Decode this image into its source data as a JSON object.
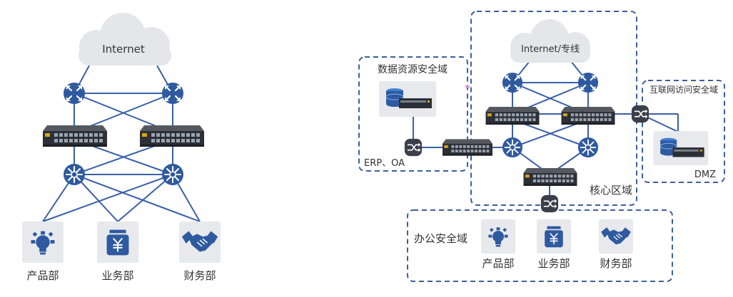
{
  "colors": {
    "link": "#3a5fa8",
    "node_blue": "#2f5aa0",
    "device_dark": "#3a3f4a",
    "panel_gray": "#e8e9ec",
    "zone_border": "#3c5f9c",
    "cloud": "#e4e6ea",
    "text": "#333333"
  },
  "left": {
    "cloud_label": "Internet",
    "departments": [
      {
        "label": "产品部",
        "icon": "lightbulb-icon"
      },
      {
        "label": "业务部",
        "icon": "yen-jar-icon"
      },
      {
        "label": "财务部",
        "icon": "handshake-icon"
      }
    ]
  },
  "right": {
    "cloud_label": "Internet/专线",
    "zone_data": {
      "title": "数据资源安全域",
      "caption": "ERP、OA"
    },
    "zone_internet": {
      "title": "互联网访问安全域",
      "caption": "DMZ"
    },
    "zone_core": {
      "title": "核心区域"
    },
    "zone_office": {
      "title": "办公安全域",
      "departments": [
        {
          "label": "产品部",
          "icon": "lightbulb-icon"
        },
        {
          "label": "业务部",
          "icon": "yen-jar-icon"
        },
        {
          "label": "财务部",
          "icon": "handshake-icon"
        }
      ]
    }
  }
}
